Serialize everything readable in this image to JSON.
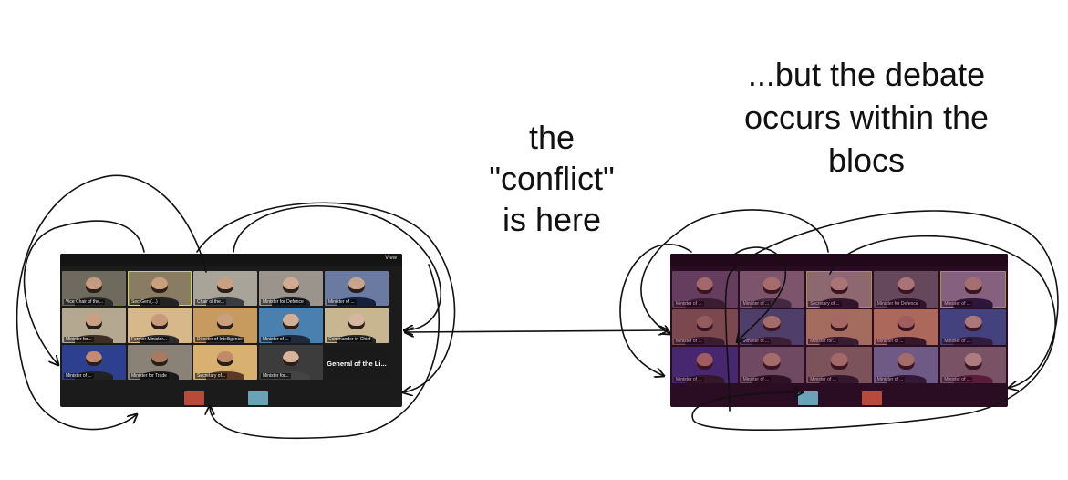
{
  "labels": {
    "center": "the\n\"conflict\"\nis here",
    "right": "...but the debate\noccurs within the\nblocs"
  },
  "left_call": {
    "view_label": "View",
    "tiles": [
      {
        "name": "Vice Chair of the...",
        "bg": "#6e6a5e",
        "skin": "#c49a80",
        "suit": "#2b2b2b"
      },
      {
        "name": "Sec-Gen (...)",
        "bg": "#8a7c63",
        "skin": "#c8a07e",
        "suit": "#232323",
        "active": true
      },
      {
        "name": "Chair of the...",
        "bg": "#a8a49a",
        "skin": "#caa084",
        "suit": "#3a3c44"
      },
      {
        "name": "Minister for Defence",
        "bg": "#9a948c",
        "skin": "#d0ab92",
        "suit": "#1d1f27"
      },
      {
        "name": "Minister of ...",
        "bg": "#6a7aa0",
        "skin": "#c9a48c",
        "suit": "#17213d"
      },
      {
        "name": "Minister for...",
        "bg": "#b4a890",
        "skin": "#caa084",
        "suit": "#3b2f26"
      },
      {
        "name": "Former Minister...",
        "bg": "#d7b88a",
        "skin": "#c99a7a",
        "suit": "#2a2a2a"
      },
      {
        "name": "Director of Intelligence",
        "bg": "#c79a60",
        "skin": "#c8a07e",
        "suit": "#2e2e2e"
      },
      {
        "name": "Minister of ...",
        "bg": "#4a80b0",
        "skin": "#d2b096",
        "suit": "#1f2a3f"
      },
      {
        "name": "Commander-in-Chief",
        "bg": "#c8b690",
        "skin": "#d6b6a0",
        "suit": "#232323"
      },
      {
        "name": "Minister of ...",
        "bg": "#2d3f8f",
        "skin": "#c28a72",
        "suit": "#222"
      },
      {
        "name": "Minister for Trade",
        "bg": "#8a8276",
        "skin": "#a87a60",
        "suit": "#1a1a1a"
      },
      {
        "name": "Secretary of...",
        "bg": "#d8b070",
        "skin": "#c28a68",
        "suit": "#5a3a24"
      },
      {
        "name": "Minister for...",
        "bg": "#3c3c3c",
        "skin": "#d8b49c",
        "suit": "#444"
      },
      {
        "name": "",
        "big": "General of the Li...",
        "text_tile": true
      }
    ],
    "bottom": [
      {
        "color": "#b84a3a"
      },
      {
        "color": "#6aa3b8"
      }
    ]
  },
  "right_call": {
    "tiles": [
      {
        "name": "Minister of ...",
        "bg": "#6a5a70",
        "skin": "#c49a80",
        "suit": "#2b2b2b"
      },
      {
        "name": "Minister of ...",
        "bg": "#8c7e84",
        "skin": "#caa084",
        "suit": "#3a3c44"
      },
      {
        "name": "Secretary of ...",
        "bg": "#a69a8a",
        "skin": "#d0ab92",
        "suit": "#1d1f27",
        "active": true
      },
      {
        "name": "Minister for Defence",
        "bg": "#6a6a6a",
        "skin": "#d0ab92",
        "suit": "#1d1f27"
      },
      {
        "name": "Minister of ...",
        "bg": "#9a8fa0",
        "skin": "#c9a48c",
        "suit": "#17213d",
        "active": true
      },
      {
        "name": "Minister of ...",
        "bg": "#8a6a58",
        "skin": "#b0866c",
        "suit": "#2a2a2a"
      },
      {
        "name": "Minister of ...",
        "bg": "#4a5a80",
        "skin": "#c8a07e",
        "suit": "#2e2e2e"
      },
      {
        "name": "Minister for...",
        "bg": "#c8a070",
        "skin": "#c99a7a",
        "suit": "#2a2a2a"
      },
      {
        "name": "Minister of ...",
        "bg": "#d29a6a",
        "skin": "#c28a72",
        "suit": "#222"
      },
      {
        "name": "Minister of ...",
        "bg": "#3a60a0",
        "skin": "#d2b096",
        "suit": "#1f2a3f"
      },
      {
        "name": "Minister of ...",
        "bg": "#3e3a8a",
        "skin": "#c28a72",
        "suit": "#222"
      },
      {
        "name": "Minister of ...",
        "bg": "#7a6a74",
        "skin": "#c8a07e",
        "suit": "#1a1a1a"
      },
      {
        "name": "Minister of ...",
        "bg": "#8c7a6a",
        "skin": "#c49a80",
        "suit": "#232323"
      },
      {
        "name": "Minister of ...",
        "bg": "#7a84a8",
        "skin": "#c8a07e",
        "suit": "#1f2433"
      },
      {
        "name": "Minister of ...",
        "bg": "#8a7a7a",
        "skin": "#d6b6a0",
        "suit": "#5a2a3a"
      }
    ],
    "bottom": [
      {
        "color": "#6aa3b8"
      },
      {
        "color": "#b84a3a"
      }
    ]
  }
}
